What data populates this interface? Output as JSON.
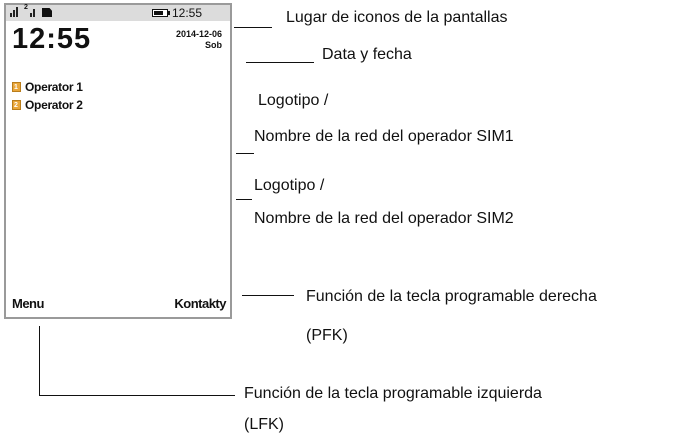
{
  "phone": {
    "status_bar": {
      "sim2_badge": "2",
      "signal_icons": [
        "signal-bars-icon",
        "signal-bars-sim2-icon",
        "sim-card-icon"
      ],
      "battery_icon": "battery-icon",
      "time": "12:55"
    },
    "clock": "12:55",
    "date": "2014-12-06",
    "weekday": "Sob",
    "operators": [
      {
        "badge": "1",
        "name": "Operator 1"
      },
      {
        "badge": "2",
        "name": "Operator 2"
      }
    ],
    "left_softkey": "Menu",
    "right_softkey": "Kontakty"
  },
  "annotations": {
    "status_icons": "Lugar de iconos de la pantallas",
    "date_time": "Data y fecha",
    "sim1_line1": "Logotipo /",
    "sim1_line2": "Nombre de la red del operador SIM1",
    "sim2_line1": "Logotipo /",
    "sim2_line2": "Nombre de la red del operador SIM2",
    "rsk_line1": "Función de la tecla programable derecha",
    "rsk_line2": "(PFK)",
    "lsk_line1": "Función de la tecla programable izquierda",
    "lsk_line2": "(LFK)"
  },
  "colors": {
    "status_bar_bg": "#dcdcdc",
    "frame": "#9a9a9a",
    "operator_icon": "#e9a63a"
  }
}
